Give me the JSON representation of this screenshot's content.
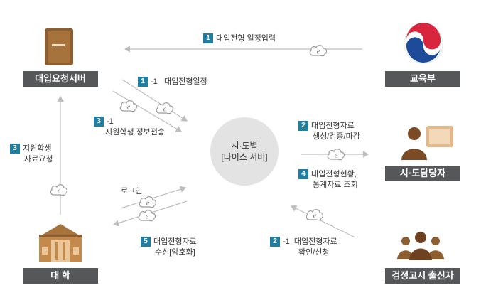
{
  "nodes": {
    "univ_request_server": "대입요청서버",
    "ministry": "교육부",
    "regional_staff": "시·도담당자",
    "university": "대 학",
    "ged_applicant": "검정고시 출신자",
    "center_line1": "시·도별",
    "center_line2": "[나이스 서버]"
  },
  "flows": {
    "f1": {
      "num": "1",
      "text": "대입전형 일정입력"
    },
    "f1_1": {
      "num": "1",
      "suffix": "-1",
      "text": "대입전형일정"
    },
    "f3_1": {
      "num": "3",
      "suffix": "-1",
      "text": "지원학생 정보전송"
    },
    "f3": {
      "num": "3",
      "line1": "지원학생",
      "line2": "자료요청"
    },
    "f2": {
      "num": "2",
      "line1": "대입전형자료",
      "line2": "생성/검증/마감"
    },
    "f4": {
      "num": "4",
      "line1": "대입전형현황,",
      "line2": "통계자료 조회"
    },
    "login": "로그인",
    "f5": {
      "num": "5",
      "line1": "대입전형자료",
      "line2": "수신[암호화]"
    },
    "f2_1": {
      "num": "2",
      "suffix": "-1",
      "line1": "대입전형자료",
      "line2": "확인/신청"
    }
  },
  "colors": {
    "badge": "#1f7ea1",
    "label_bar": "#555759",
    "arrow": "#bdbdbd",
    "center": "#e3e3e3"
  }
}
